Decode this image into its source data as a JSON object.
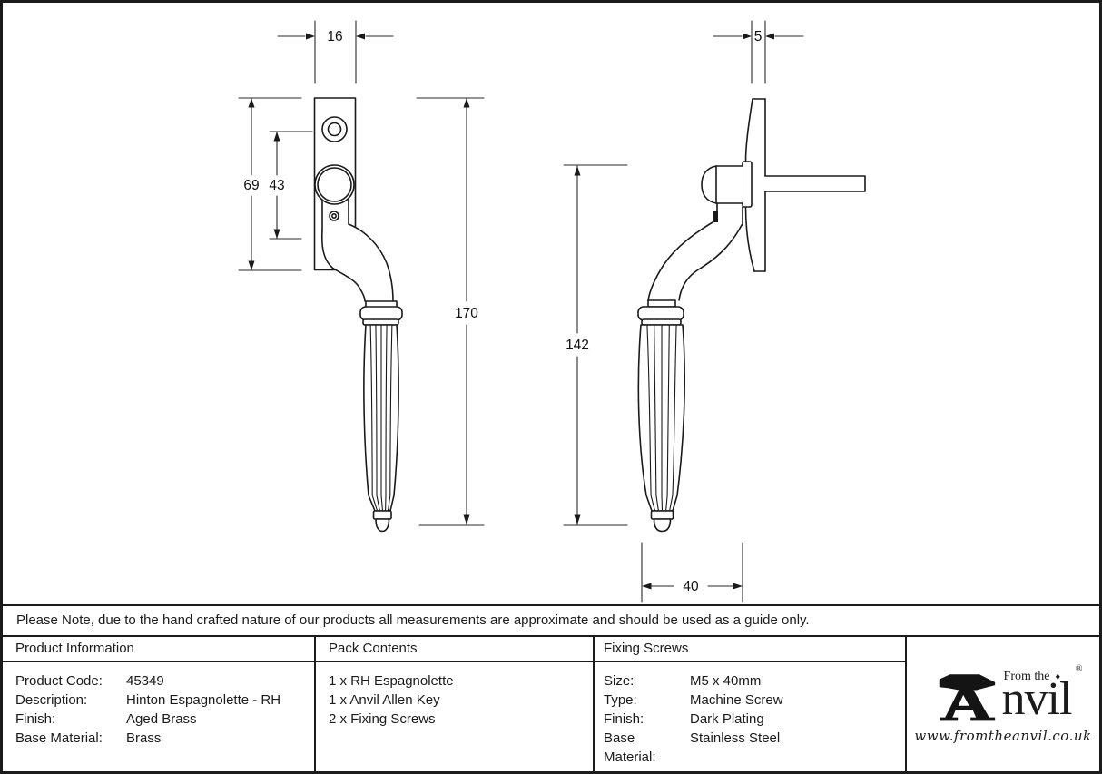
{
  "note": "Please Note, due to the hand crafted nature of our products all measurements are approximate and should be used as a guide only.",
  "dimensions": {
    "plate_width": "16",
    "plate_height": "69",
    "hole_spacing": "43",
    "overall_length": "170",
    "plate_thickness": "5",
    "side_length": "142",
    "projection": "40"
  },
  "table": {
    "product_information": {
      "header": "Product Information",
      "rows": [
        {
          "label": "Product Code:",
          "value": "45349"
        },
        {
          "label": "Description:",
          "value": "Hinton Espagnolette - RH"
        },
        {
          "label": "Finish:",
          "value": "Aged Brass"
        },
        {
          "label": "Base Material:",
          "value": "Brass"
        }
      ]
    },
    "pack_contents": {
      "header": "Pack Contents",
      "items": [
        {
          "text": "1 x RH Espagnolette"
        },
        {
          "text": "1 x Anvil Allen Key"
        },
        {
          "text": "2 x Fixing Screws"
        }
      ]
    },
    "fixing_screws": {
      "header": "Fixing Screws",
      "rows": [
        {
          "label": "Size:",
          "value": "M5 x 40mm"
        },
        {
          "label": "Type:",
          "value": "Machine Screw"
        },
        {
          "label": "Finish:",
          "value": "Dark Plating"
        },
        {
          "label": "Base Material:",
          "value": "Stainless Steel"
        }
      ]
    }
  },
  "logo": {
    "tagline": "From the",
    "diamond": "♦",
    "brand_suffix": "nvil",
    "registered": "®",
    "url": "www.fromtheanvil.co.uk"
  },
  "colors": {
    "line": "#1a1a1a",
    "background": "#ffffff"
  }
}
